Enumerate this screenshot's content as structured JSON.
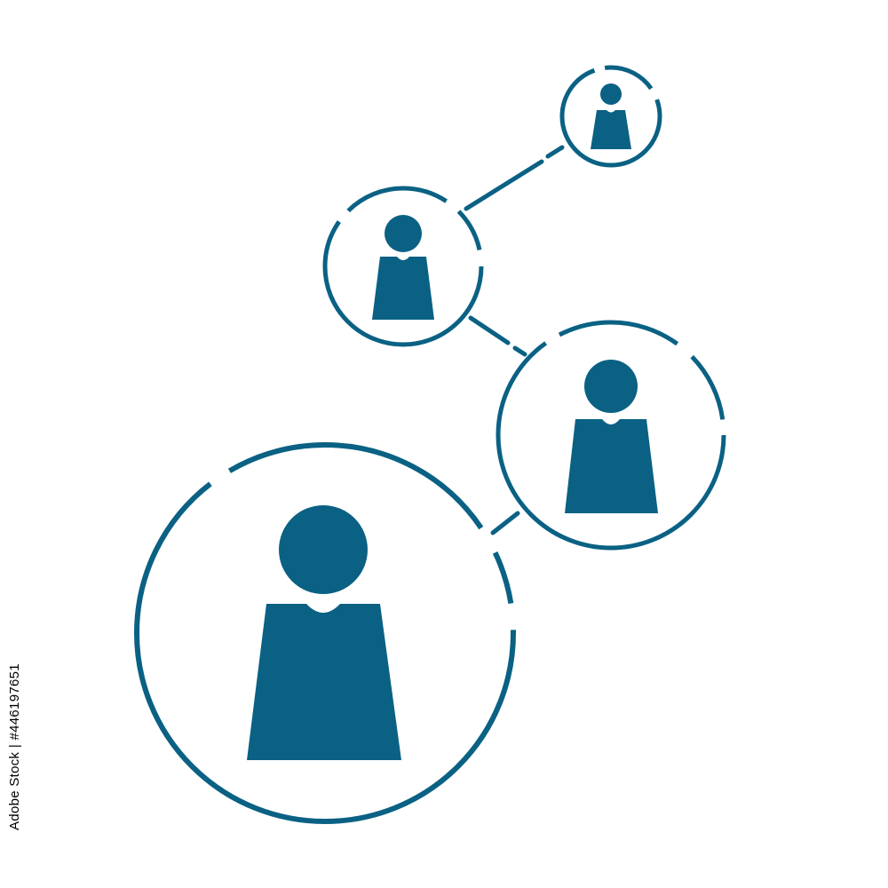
{
  "stock_id_text": "Adobe Stock | #446197651",
  "watermark_word": "Adobe Stock",
  "colors": {
    "accent": "#0a6184",
    "background": "#ffffff",
    "id_text": "#000000"
  },
  "icons": [
    "network-connection-icon",
    "person-icon"
  ],
  "people_count": 4
}
